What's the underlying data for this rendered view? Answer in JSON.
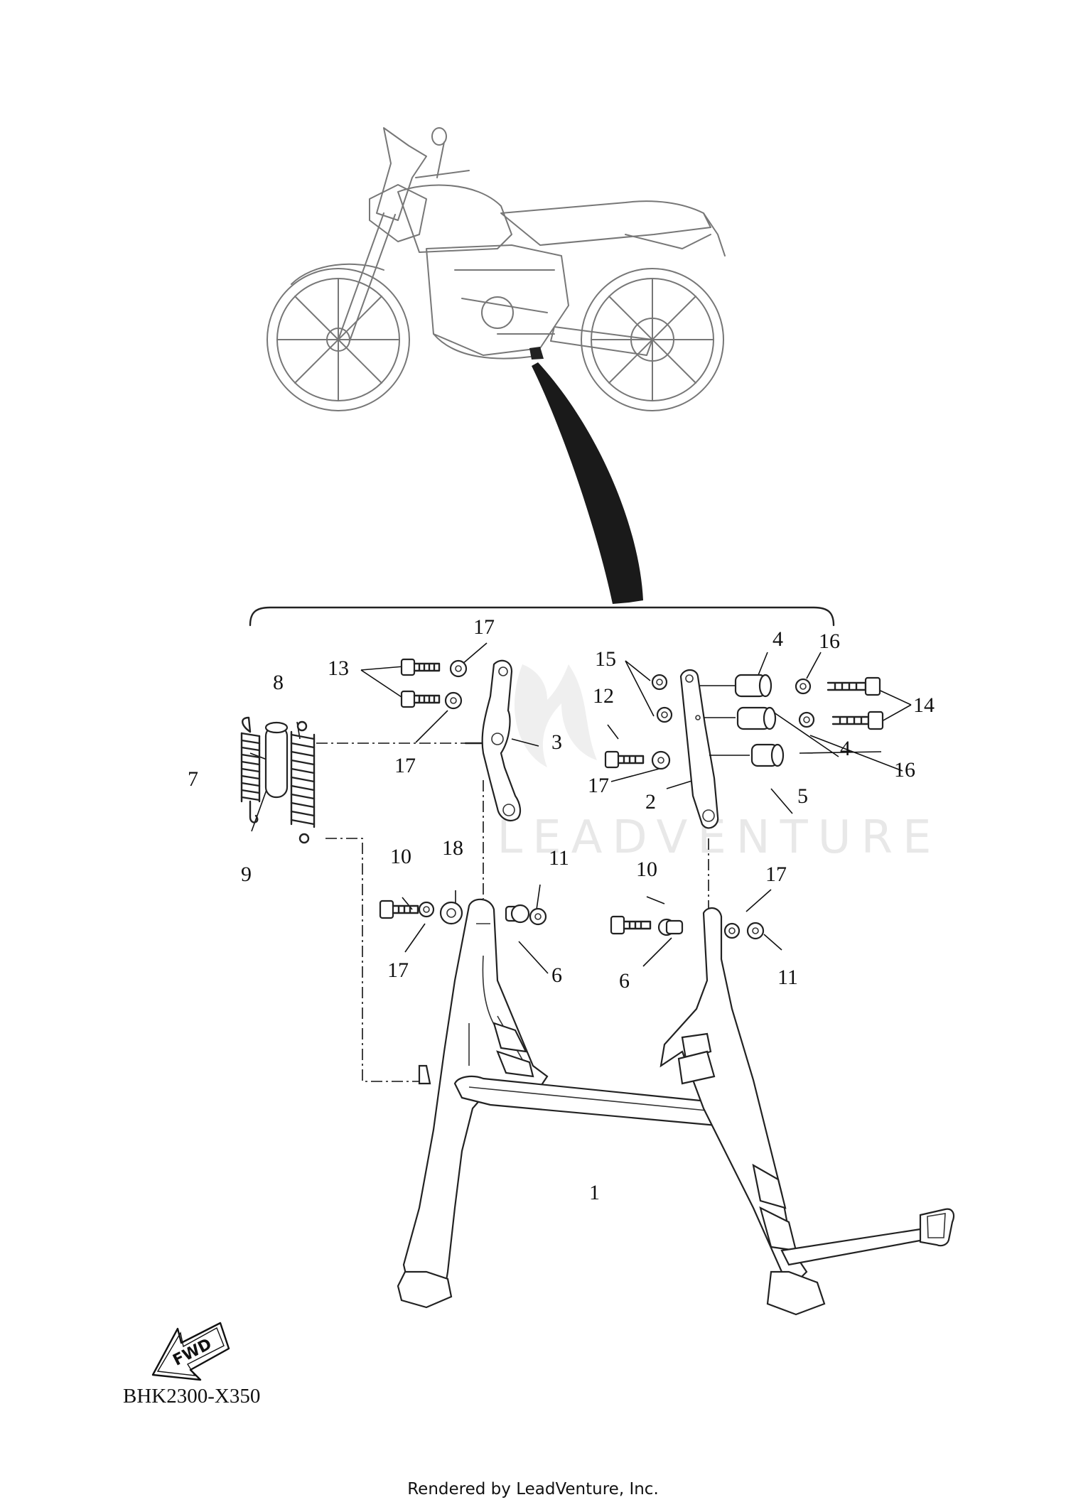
{
  "watermark": "LEADVENTURE",
  "fwd_label": "FWD",
  "diagram_code": "BHK2300-X350",
  "footer": "Rendered by LeadVenture, Inc.",
  "callouts": {
    "c1": "1",
    "c2": "2",
    "c3": "3",
    "c4a": "4",
    "c4b": "4",
    "c5": "5",
    "c6a": "6",
    "c6b": "6",
    "c7": "7",
    "c8": "8",
    "c9": "9",
    "c10a": "10",
    "c10b": "10",
    "c11a": "11",
    "c11b": "11",
    "c12": "12",
    "c13": "13",
    "c14": "14",
    "c15": "15",
    "c16a": "16",
    "c16b": "16",
    "c17a": "17",
    "c17b": "17",
    "c17c": "17",
    "c17d": "17",
    "c17e": "17",
    "c18": "18"
  },
  "icons": [
    "motorcycle-overview-icon",
    "fwd-arrow-icon"
  ]
}
